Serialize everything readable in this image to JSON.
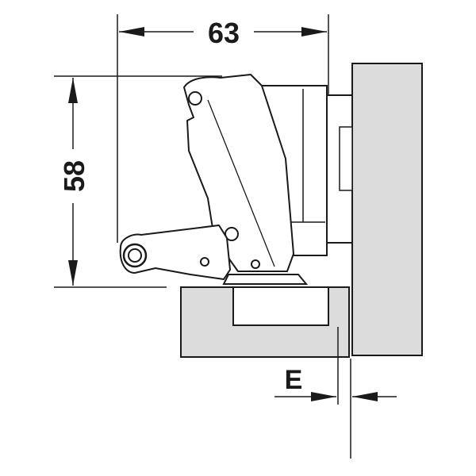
{
  "dimensions": {
    "width_label": "63",
    "height_label": "58",
    "overlay_label": "E"
  },
  "colors": {
    "ink": "#1a1a1a",
    "panel": "#dcdcdc",
    "hinge_fill": "#ffffff",
    "background": "#ffffff"
  }
}
